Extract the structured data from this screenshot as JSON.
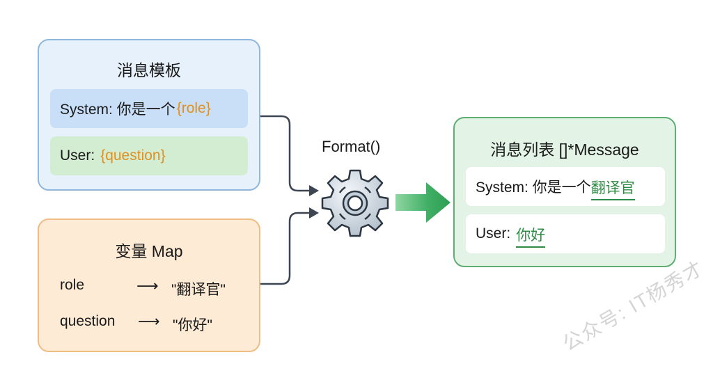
{
  "template_box": {
    "title": "消息模板",
    "system_row": {
      "prefix": "System: 你是一个",
      "placeholder": "{role}"
    },
    "user_row": {
      "prefix": "User:",
      "placeholder": "{question}"
    }
  },
  "variables_box": {
    "title": "变量 Map",
    "entries": [
      {
        "key": "role",
        "arrow": "⟶",
        "value": "\"翻译官\""
      },
      {
        "key": "question",
        "arrow": "⟶",
        "value": "\"你好\""
      }
    ]
  },
  "format_step": {
    "label": "Format()",
    "icon": "gear-icon"
  },
  "output_box": {
    "title": "消息列表 []*Message",
    "system_row": {
      "prefix": "System: 你是一个",
      "value": "翻译官"
    },
    "user_row": {
      "prefix": "User:",
      "value": "你好"
    }
  },
  "watermark": "公众号: IT杨秀才",
  "colors": {
    "template_bg": "#e6f1fc",
    "template_border": "#8fb7dc",
    "variables_bg": "#fdebd5",
    "variables_border": "#efbd84",
    "output_bg": "#e3f4e6",
    "output_border": "#5fae72",
    "placeholder": "#e0901f",
    "filled_value": "#2f8a43",
    "connector": "#3c4652"
  }
}
